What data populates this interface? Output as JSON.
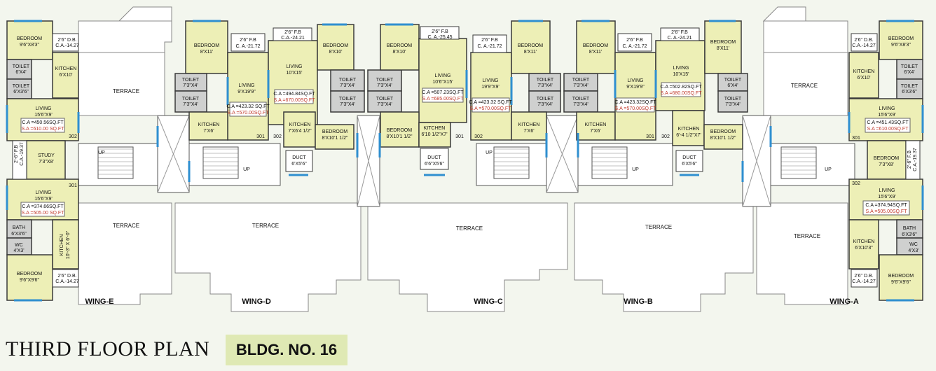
{
  "colors": {
    "room": "#edefb6",
    "core": "#cfd0cf",
    "wall": "#3a3a3a",
    "window": "#2f8fd0",
    "terrace": "#ffffff",
    "background": "#f3f6ee",
    "title_box": "#dfe9b4"
  },
  "title": "THIRD FLOOR PLAN",
  "building": "BLDG. NO. 16",
  "wings": [
    "WING-E",
    "WING-D",
    "WING-C",
    "WING-B",
    "WING-A"
  ],
  "labels": {
    "terrace": "TERRACE",
    "up": "UP",
    "duct": "DUCT",
    "duct_size": "6'X5'6\"",
    "duct_size_c": "6'6\"X5'6\"",
    "bedroom": "BEDROOM",
    "toilet": "TOILET",
    "kitchen": "KITCHEN",
    "living": "LIVING",
    "study": "STUDY",
    "bath": "BATH",
    "wc": "WC",
    "e_bed1": "9'6\"X8'3\"",
    "e_db1": "2'6\" D.B.",
    "e_db1ca": "C.A.-14.27",
    "e_toilet1": "6'X4'",
    "e_toilet2": "6'X3'6\"",
    "e_kit1": "6'X10'",
    "e_liv1": "15'6\"X9'",
    "e_liv1ca": "C.A =450.56SQ.FT",
    "e_liv1sa": "S.A =610.00 SQ.FT",
    "e_302": "302",
    "e_fb": "2'-6\" F.B",
    "e_fbca": "C.A.-19.37",
    "e_study": "7'3\"X8'",
    "e_301": "301",
    "e_liv2": "15'6\"X9'",
    "e_liv2ca": "C.A =374.66SQ.FT",
    "e_liv2sa": "S.A =505.00 SQ.FT",
    "e_bath": "6'X3'6\"",
    "e_wc": "4'X3'",
    "e_kit2": "10'-3\" X 6'-0\"",
    "e_bed2": "9'6\"X9'6\"",
    "e_db2": "2'6\" D.B.",
    "e_db2ca": "C.A.-14.27",
    "d_bed1": "8'X11'",
    "d_fb1": "2'6\" F.B",
    "d_fb1ca": "C. A.-21.72",
    "d_toilet1": "7'3\"X4'",
    "d_toilet2": "7'3\"X4'",
    "d_liv1": "9'X19'9\"",
    "d_liv1ca": "C.A =423.32 SQ.FT",
    "d_liv1sa": "S.A =570.00SQ.FT",
    "d_kit1": "7'X6'",
    "d_301": "301",
    "d_302": "302",
    "d_fb2": "2'6\" F.B",
    "d_fb2ca": "C.A.-24.21",
    "d_liv2": "10'X15'",
    "d_liv2ca": "C.A =494.84SQ.FT",
    "d_liv2sa": "S.A =670.00SQ.FT",
    "d_bed2": "8'X10'",
    "d_toilet3": "7'3\"X4'",
    "d_toilet4": "7'3\"X4'",
    "d_kit2": "7'X6'4 1/2\"",
    "d_bed3": "8'X10'1 1/2\"",
    "c_toilet1": "7'3\"X4'",
    "c_toilet2": "7'3\"X4'",
    "c_bed1": "8'X10'",
    "c_fb1": "2'6\" F.B",
    "c_fb1ca": "C. A.-25.45",
    "c_liv1": "10'6\"X15'",
    "c_liv1ca": "C.A =507.23SQ.FT",
    "c_liv1sa": "S.A =685.00SQ.FT",
    "c_bed2": "8'X10'1 1/2\"",
    "c_kit1": "6'10 1/2\"X7'",
    "c_301": "301",
    "c_fb2": "2'6\" F.B",
    "c_fb2ca": "C. A.-21.72",
    "c_liv2": "19'9\"X9'",
    "c_liv2ca": "C.A =423.32 SQ.FT",
    "c_liv2sa": "S.A =570.00SQ.FT",
    "c_302": "302",
    "c_bed3": "8'X11'",
    "c_toilet3": "7'3\"X4'",
    "c_toilet4": "7'3\"X4'",
    "c_kit2": "7'X6'",
    "b_toilet1": "7'3\"X4'",
    "b_toilet2": "7'3\"X4'",
    "b_bed1": "8'X11'",
    "b_kit1": "7'X6'",
    "b_fb1": "2'6\" F.B",
    "b_fb1ca": "C. A.-21.72",
    "b_liv1": "9'X19'9\"",
    "b_liv1ca": "C.A =423.32SQ.FT",
    "b_liv1sa": "S.A =570.00SQ.FT",
    "b_301": "301",
    "b_302": "302",
    "b_fb2": "2'6\" F.B",
    "b_fb2ca": "C. A.-24.21",
    "b_liv2": "10'X15'",
    "b_liv2ca": "C.A =502.82SQ.FT",
    "b_liv2sa": "S.A =680.00SQ.FT",
    "b_bed2": "8'X11'",
    "b_toilet3": "6'X4'",
    "b_toilet4": "7'3\"X4'",
    "b_kit2": "6'-4 1/2\"X7'",
    "b_bed3": "8'X10'1 1/2\"",
    "a_db1": "2'6\" D.B.",
    "a_db1ca": "C.A.-14.27",
    "a_bed1": "9'6\"X8'3\"",
    "a_kit1": "6'X10'",
    "a_toilet1": "6'X4'",
    "a_toilet2": "6'X3'6\"",
    "a_liv1": "15'6\"X9'",
    "a_liv1ca": "C.A =451.43SQ.FT",
    "a_liv1sa": "S.A =610.00SQ.FT",
    "a_301": "301",
    "a_bed2": "7'3\"X8'",
    "a_fb": "2'-6\" F.B",
    "a_fbca": "C.A.-19.37",
    "a_302": "302",
    "a_liv2": "15'6\"X9'",
    "a_liv2ca": "C.A =374.94SQ.FT",
    "a_liv2sa": "S.A =505.00SQ.FT",
    "a_kit2": "6'X10'3\"",
    "a_bath": "6'X3'6\"",
    "a_wc": "4'X3'",
    "a_db2": "2'6\" D.B.",
    "a_db2ca": "C.A.-14.27",
    "a_bed3": "9'6\"X9'6\""
  }
}
